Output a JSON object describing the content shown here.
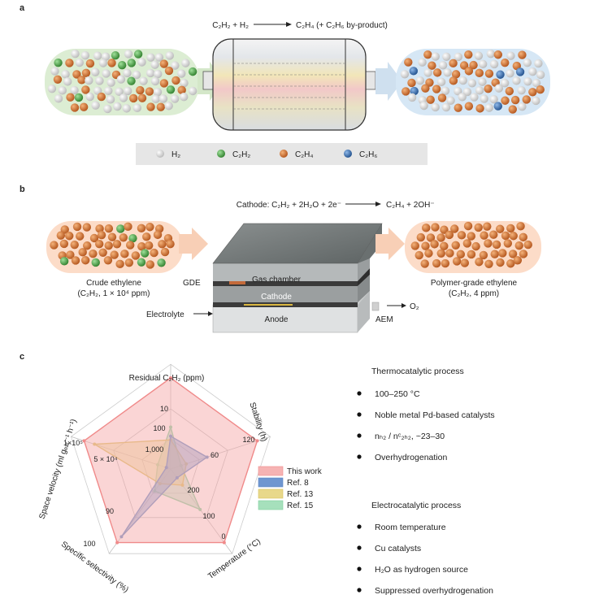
{
  "panels": {
    "a": "a",
    "b": "b",
    "c": "c"
  },
  "panel_a": {
    "reaction_left": "C₂H₂ + H₂",
    "reaction_right": "C₂H₄ (+ C₂H₆ by-product)",
    "legend": [
      {
        "label": "H₂",
        "color": "#e6e6e6"
      },
      {
        "label": "C₂H₂",
        "color": "#3f9a3a"
      },
      {
        "label": "C₂H₄",
        "color": "#d06a22"
      },
      {
        "label": "C₂H₆",
        "color": "#2a66a8"
      }
    ]
  },
  "panel_b": {
    "cathode_reaction_left": "Cathode: C₂H₂ + 2H₂O + 2e⁻",
    "cathode_reaction_right": "C₂H₄ + 2OH⁻",
    "crude_title": "Crude ethylene",
    "crude_conc": "(C₂H₂, 1 × 10⁴ ppm)",
    "polymer_title": "Polymer-grade ethylene",
    "polymer_conc": "(C₂H₂, 4 ppm)",
    "layers": {
      "gas_chamber": "Gas chamber",
      "cathode": "Cathode",
      "anode": "Anode",
      "gde": "GDE",
      "electrolyte": "Electrolyte",
      "aem": "AEM",
      "o2": "O₂"
    }
  },
  "panel_c": {
    "chart_data": {
      "type": "radar",
      "axes": [
        {
          "label": "Residual C₂H₂ (ppm)",
          "ticks": [
            "10",
            "100",
            "1,000"
          ]
        },
        {
          "label": "Stability (h)",
          "ticks": [
            "120",
            "60"
          ]
        },
        {
          "label": "Temperature (°C)",
          "ticks": [
            "0",
            "100",
            "200"
          ]
        },
        {
          "label": "Specific selectivity (%)",
          "ticks": [
            "100",
            "90"
          ]
        },
        {
          "label": "Space velocity (ml gₑₐₜ⁻¹ h⁻¹)",
          "ticks": [
            "1×10⁵",
            "5 × 10⁴"
          ]
        }
      ],
      "series": [
        {
          "name": "This work",
          "color": "#f08a8a",
          "fill": "#f6b3b3",
          "values": [
            1.0,
            1.0,
            1.0,
            1.0,
            1.0
          ]
        },
        {
          "name": "Ref. 8",
          "color": "#5b86c4",
          "fill": "#6f96d0",
          "values": [
            0.36,
            0.42,
            0.12,
            0.92,
            0.05
          ]
        },
        {
          "name": "Ref. 13",
          "color": "#d8c25a",
          "fill": "#e8d88a",
          "values": [
            0.32,
            0.18,
            0.22,
            0.2,
            0.88
          ]
        },
        {
          "name": "Ref. 15",
          "color": "#7fcf9c",
          "fill": "#a6e0bc",
          "values": [
            0.46,
            0.12,
            0.55,
            0.3,
            0.15
          ]
        }
      ]
    },
    "thermo": {
      "title": "Thermocatalytic process",
      "items": [
        "100–250 °C",
        "Noble metal Pd-based catalysts",
        "nₕ₂ / nᶜ₂ₕ₂, ~23–30",
        "Overhydrogenation"
      ]
    },
    "electro": {
      "title": "Electrocatalytic process",
      "items": [
        "Room temperature",
        "Cu catalysts",
        "H₂O as hydrogen source",
        "Suppressed overhydrogenation"
      ]
    }
  }
}
